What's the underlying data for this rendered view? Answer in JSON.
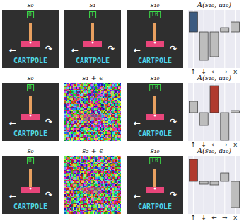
{
  "diagram": {
    "labels": [
      "s₀",
      "s₁",
      "s₁₀",
      "A(s₁₀, a₁₀)",
      "0",
      "←",
      "↷",
      "CARTPOLE",
      "1",
      "←",
      "↷",
      "CARTPOLE",
      "10",
      "←",
      "↷",
      "CARTPOLE",
      "↑",
      "↓",
      "←",
      "→",
      "x",
      "s₀",
      "s₁ + ϵ",
      "s₁₀",
      "A(s₁₀, a₁₀)",
      "0",
      "←",
      "↷",
      "CARTPOLE",
      "10",
      "←",
      "↷",
      "CARTPOLE",
      "↑",
      "↓",
      "←",
      "→",
      "x",
      "s₀",
      "s₂ + ϵ",
      "s₁₀",
      "A(s₁₀, a₁₀)",
      "0",
      "←",
      "↷",
      "CARTPOLE",
      "10",
      "←",
      "↷",
      "CARTPOLE",
      "↑",
      "↓",
      "←",
      "→",
      "x"
    ]
  }
}
